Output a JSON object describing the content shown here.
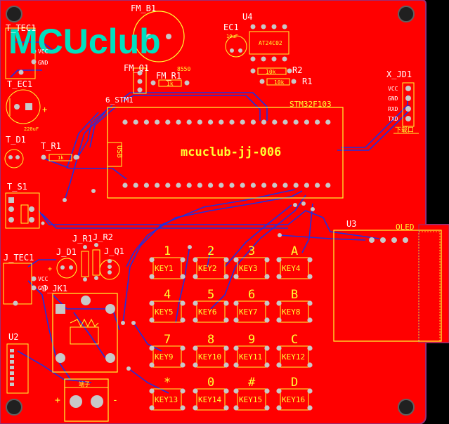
{
  "brand": {
    "text": "MCUclub",
    "color": "#00e0c0"
  },
  "colors": {
    "board": "#ff0000",
    "edge": "#9a2f78",
    "silk": "#ffff33",
    "trace_blue": "#2030e0",
    "pad": "#c8c8c8",
    "dark": "#101010"
  },
  "board_id": "mcuclub-jj-006",
  "mcu": {
    "designator": "STM32F103",
    "ref": "6_STM1",
    "usb_label": "USB"
  },
  "components": {
    "t_tec1": "T_TEC1",
    "fm_b1": "FM_B1",
    "fm_q1": "FM_Q1",
    "fm_q1_sub": "8550",
    "fm_r1": "FM_R1",
    "fm_r1_val": "1k",
    "ec1": "EC1",
    "ec1_val": "10uF",
    "u4": "U4",
    "u4_chip": "AT24C02",
    "r2": "R2",
    "r2_val": "10k",
    "r1": "R1",
    "r1_val": "10k",
    "x_jd1": "X_JD1",
    "x_pins": [
      "VCC",
      "GND",
      "RXD",
      "TXD"
    ],
    "x_note": "下载口",
    "t_ec1": "T_EC1",
    "t_ec1_val": "220uF",
    "t_d1": "T_D1",
    "t_r1": "T_R1",
    "t_r1_val": "1k",
    "t_s1": "T_S1",
    "u3": "U3",
    "oled": "OLED",
    "j_r1": "J_R1",
    "j_r2": "J_R2",
    "j_d1": "J_D1",
    "j_q1": "J_Q1",
    "j_tec1": "J_TEC1",
    "j_jk1": "J_JK1",
    "u2": "U2",
    "vcc": "VCC",
    "gnd": "GND",
    "terminal": "端子",
    "plus": "+",
    "minus": "-"
  },
  "keypad": {
    "legends": [
      "1",
      "2",
      "3",
      "A",
      "4",
      "5",
      "6",
      "B",
      "7",
      "8",
      "9",
      "C",
      "*",
      "0",
      "#",
      "D"
    ],
    "keys": [
      "KEY1",
      "KEY2",
      "KEY3",
      "KEY4",
      "KEY5",
      "KEY6",
      "KEY7",
      "KEY8",
      "KEY9",
      "KEY10",
      "KEY11",
      "KEY12",
      "KEY13",
      "KEY14",
      "KEY15",
      "KEY16"
    ]
  }
}
